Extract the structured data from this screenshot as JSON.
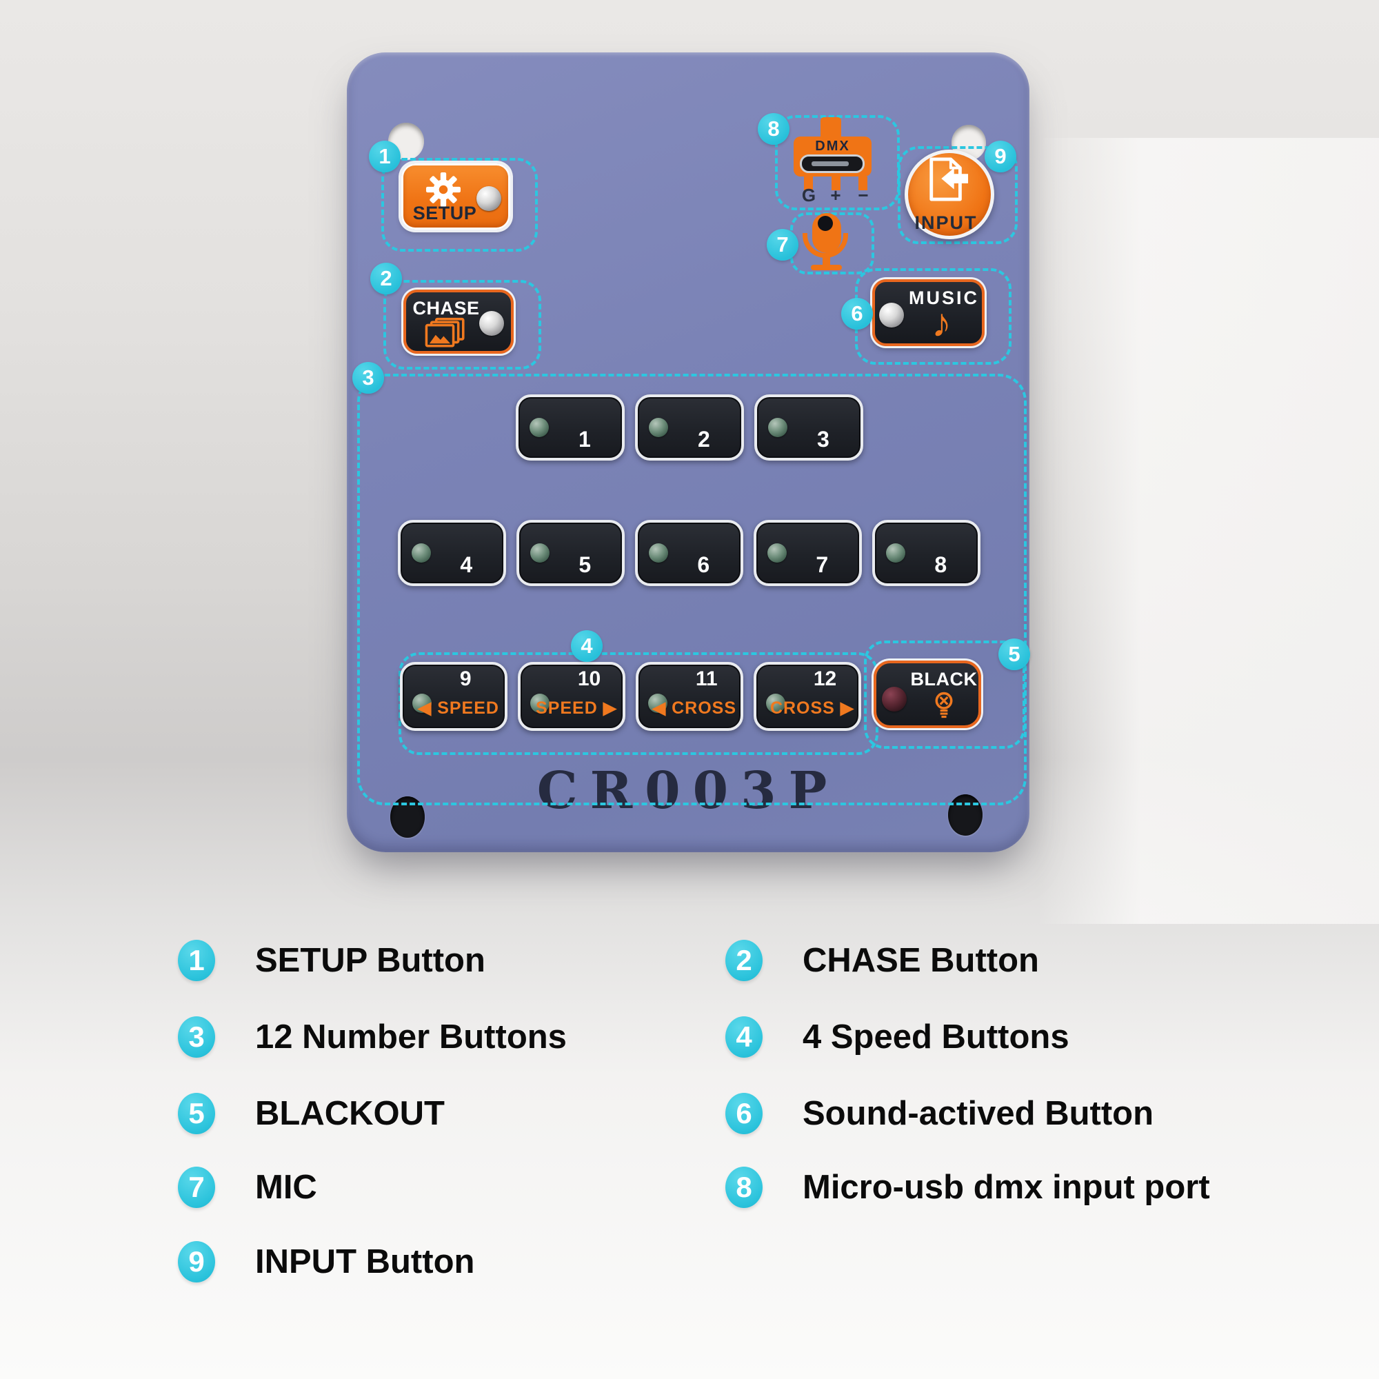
{
  "product": {
    "model": "CR003P"
  },
  "colors": {
    "accent_cyan": "#2cc7e0",
    "accent_orange": "#f07415",
    "panel_blue": "#7b83b6",
    "button_dark": "#1d2026"
  },
  "callouts": {
    "n1": "1",
    "n2": "2",
    "n3": "3",
    "n4": "4",
    "n5": "5",
    "n6": "6",
    "n7": "7",
    "n8": "8",
    "n9": "9"
  },
  "controls": {
    "setup": {
      "label": "SETUP"
    },
    "chase": {
      "label": "CHASE"
    },
    "music": {
      "label": "MUSIC"
    },
    "input": {
      "label": "INPUT"
    },
    "blackout": {
      "label": "BLACK"
    },
    "dmx": {
      "title": "DMX",
      "pin_g": "G",
      "pin_plus": "+",
      "pin_minus": "−"
    },
    "numbers": [
      "1",
      "2",
      "3",
      "4",
      "5",
      "6",
      "7",
      "8"
    ],
    "speed_buttons": [
      {
        "num": "9",
        "label": "◀ SPEED"
      },
      {
        "num": "10",
        "label": "SPEED ▶"
      },
      {
        "num": "11",
        "label": "◀ CROSS"
      },
      {
        "num": "12",
        "label": "CROSS ▶"
      }
    ]
  },
  "legend": {
    "left": [
      {
        "num": "1",
        "label": "SETUP Button"
      },
      {
        "num": "3",
        "label": "12 Number Buttons"
      },
      {
        "num": "5",
        "label": "BLACKOUT"
      },
      {
        "num": "7",
        "label": "MIC"
      },
      {
        "num": "9",
        "label": "INPUT Button"
      }
    ],
    "right": [
      {
        "num": "2",
        "label": "CHASE Button"
      },
      {
        "num": "4",
        "label": "4 Speed Buttons"
      },
      {
        "num": "6",
        "label": "Sound-actived Button"
      },
      {
        "num": "8",
        "label": "Micro-usb dmx input port"
      }
    ]
  }
}
